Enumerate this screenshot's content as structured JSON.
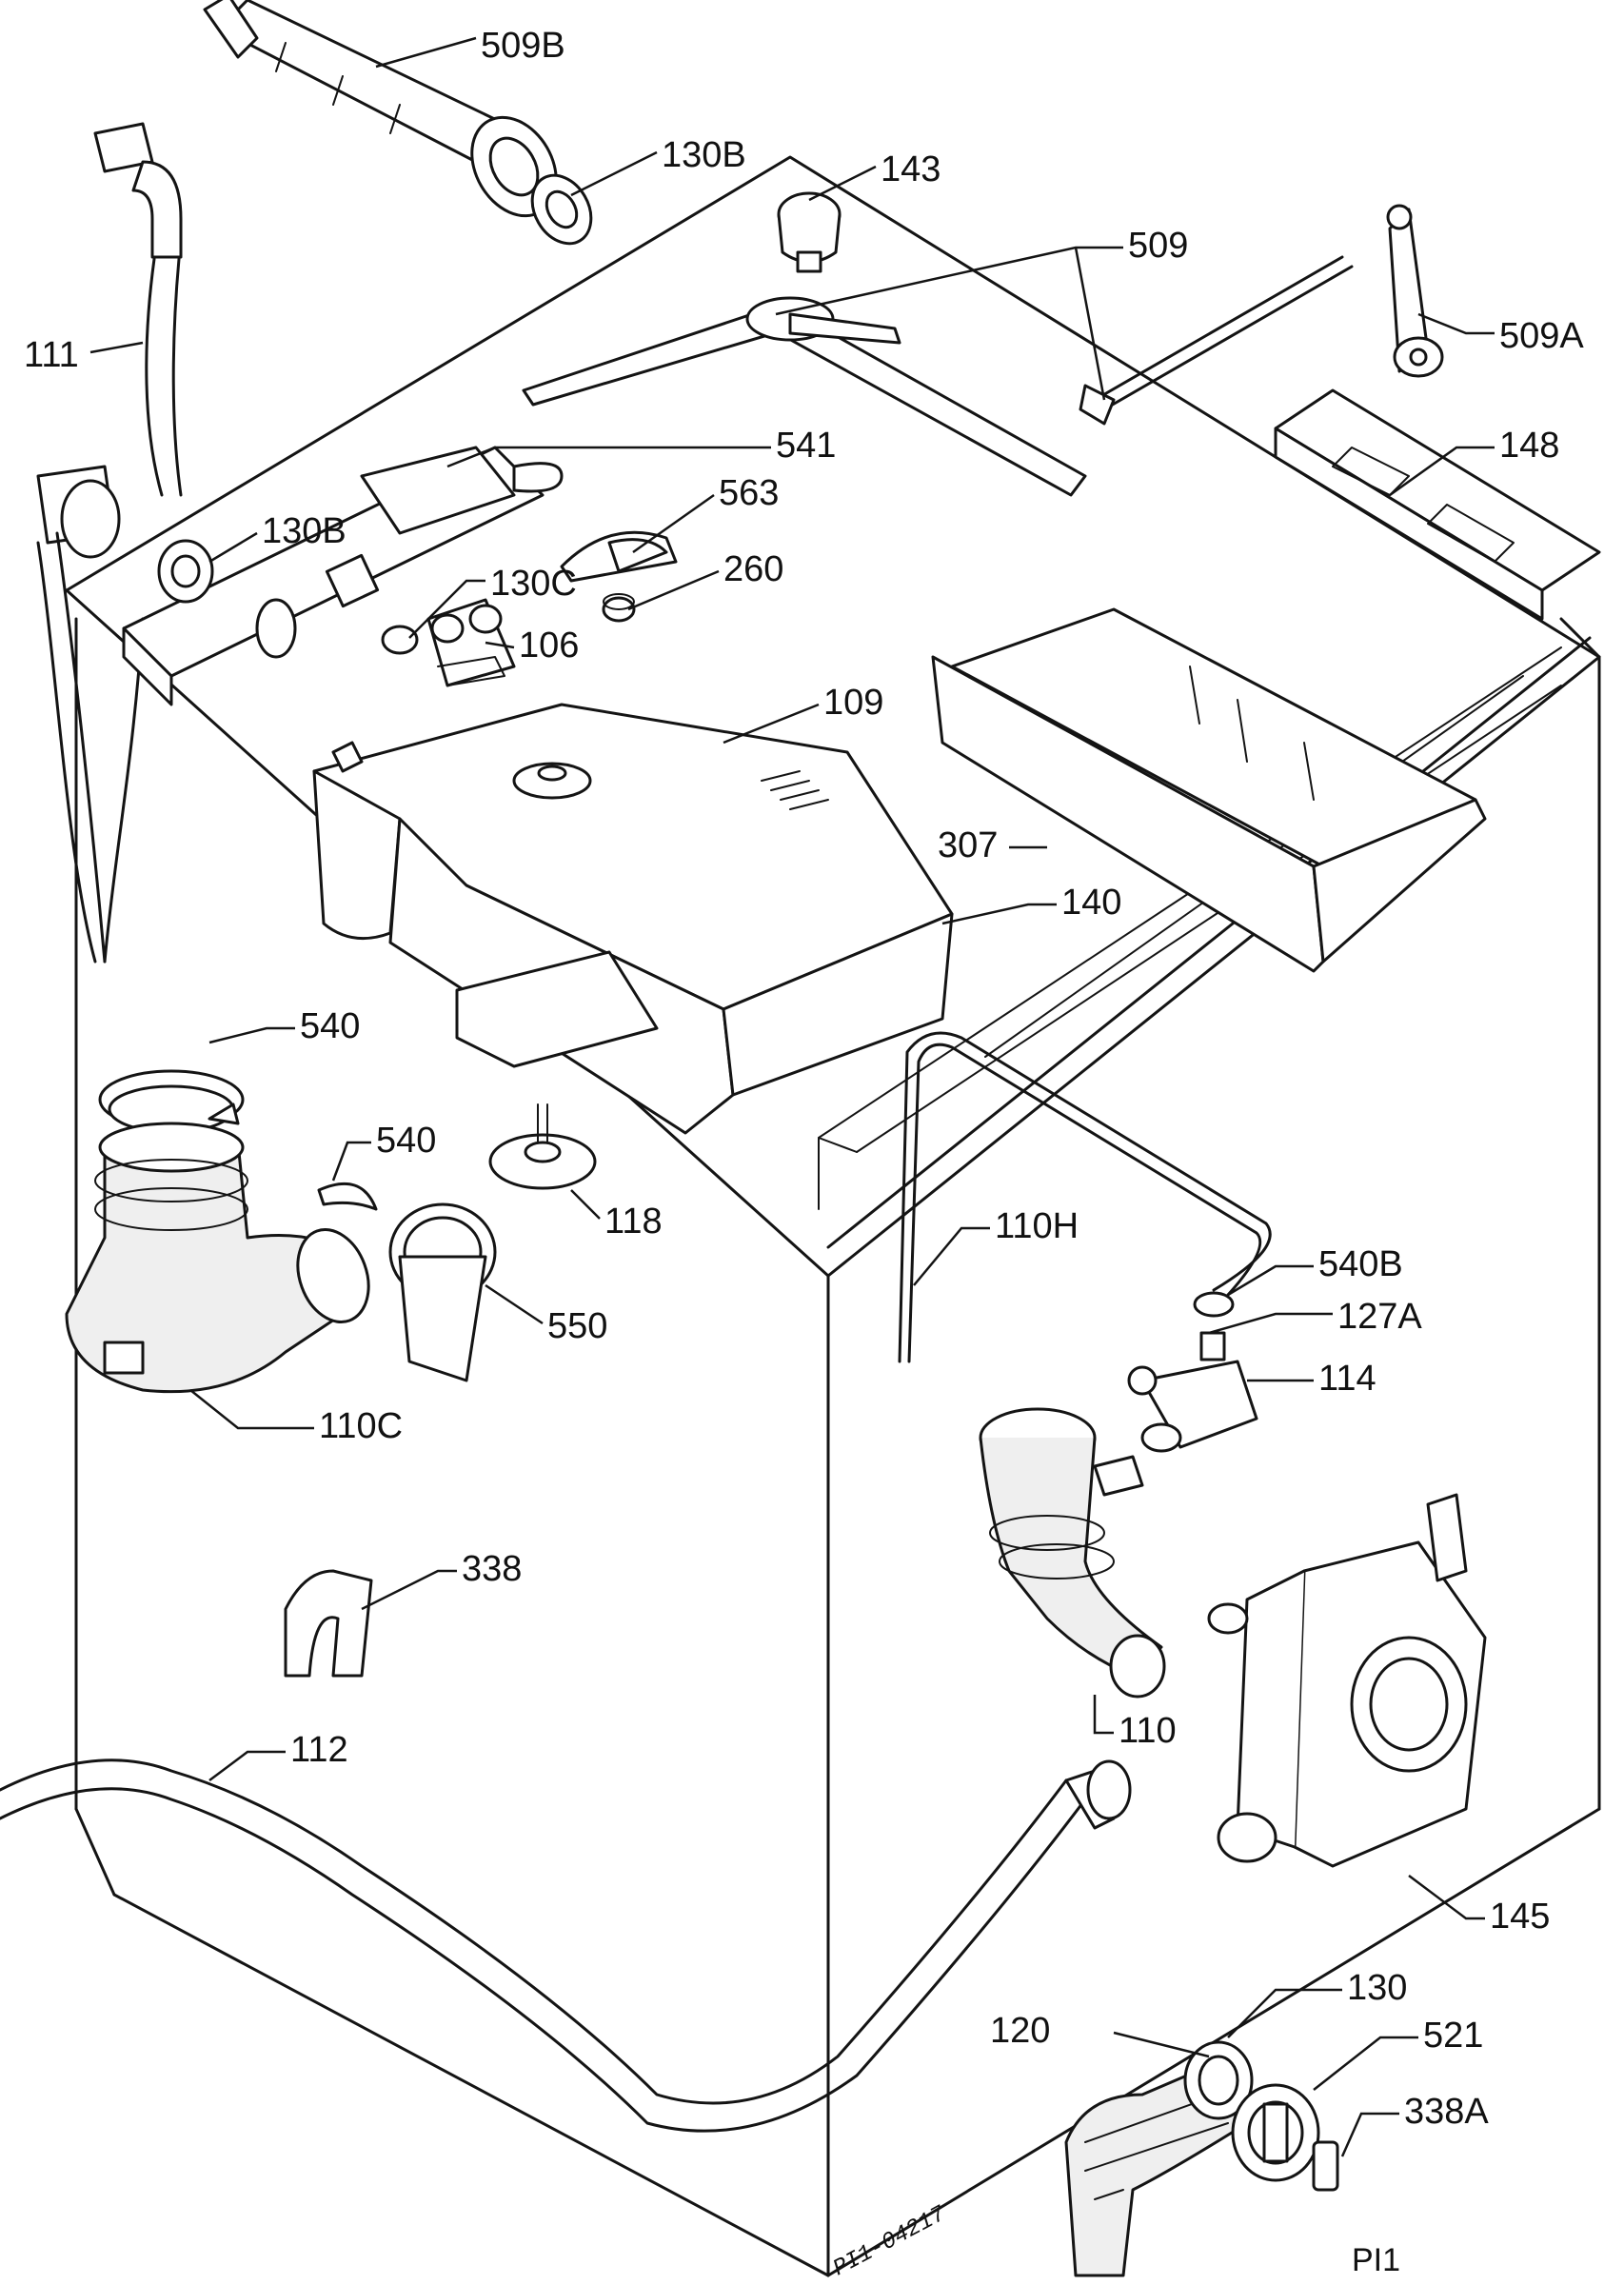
{
  "diagram": {
    "drawing_code": "PI1-04217",
    "sheet": "PI1",
    "labels": {
      "p509B": "509B",
      "p130B_top": "130B",
      "p143": "143",
      "p509": "509",
      "p111": "111",
      "p509A": "509A",
      "p541": "541",
      "p148": "148",
      "p563": "563",
      "p130B_left": "130B",
      "p260": "260",
      "p130C": "130C",
      "p106": "106",
      "p109": "109",
      "p307": "307",
      "p140": "140",
      "p540_a": "540",
      "p540_b": "540",
      "p118": "118",
      "p110H": "110H",
      "p540B": "540B",
      "p550": "550",
      "p127A": "127A",
      "p114": "114",
      "p110C": "110C",
      "p338": "338",
      "p110": "110",
      "p112": "112",
      "p145": "145",
      "p130": "130",
      "p120": "120",
      "p521": "521",
      "p338A": "338A"
    }
  }
}
